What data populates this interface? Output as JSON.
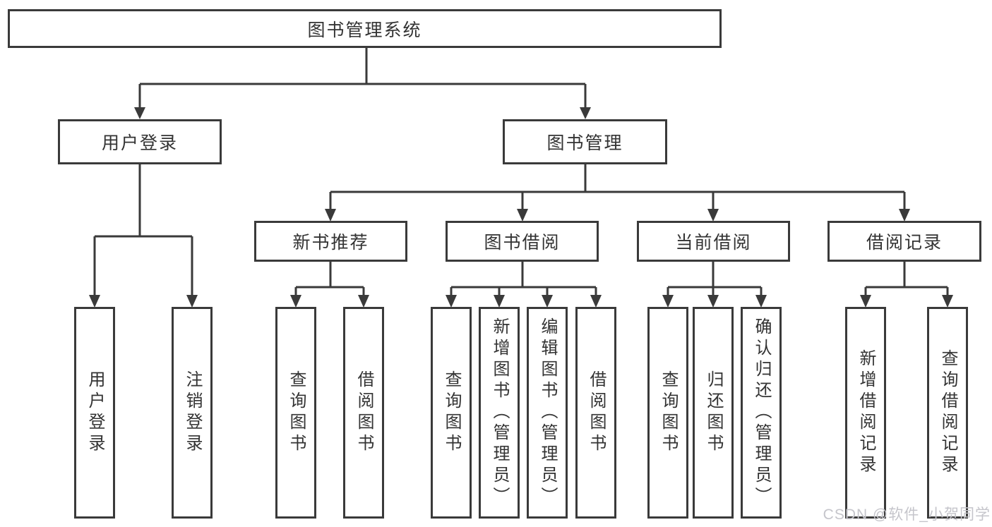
{
  "diagram_type": "hierarchy-chart",
  "watermark": "CSDN @软件_小贺同学",
  "colors": {
    "line": "#3a3a3a",
    "text": "#333333",
    "watermark": "#c5c5cb"
  },
  "tree": {
    "label": "图书管理系统",
    "children": [
      {
        "label": "用户登录",
        "children": [
          {
            "label": "用户登录"
          },
          {
            "label": "注销登录"
          }
        ]
      },
      {
        "label": "图书管理",
        "children": [
          {
            "label": "新书推荐",
            "children": [
              {
                "label": "查询图书"
              },
              {
                "label": "借阅图书"
              }
            ]
          },
          {
            "label": "图书借阅",
            "children": [
              {
                "label": "查询图书"
              },
              {
                "label": "新增图书（管理员）"
              },
              {
                "label": "编辑图书（管理员）"
              },
              {
                "label": "借阅图书"
              }
            ]
          },
          {
            "label": "当前借阅",
            "children": [
              {
                "label": "查询图书"
              },
              {
                "label": "归还图书"
              },
              {
                "label": "确认归还（管理员）"
              }
            ]
          },
          {
            "label": "借阅记录",
            "children": [
              {
                "label": "新增借阅记录"
              },
              {
                "label": "查询借阅记录"
              }
            ]
          }
        ]
      }
    ]
  }
}
